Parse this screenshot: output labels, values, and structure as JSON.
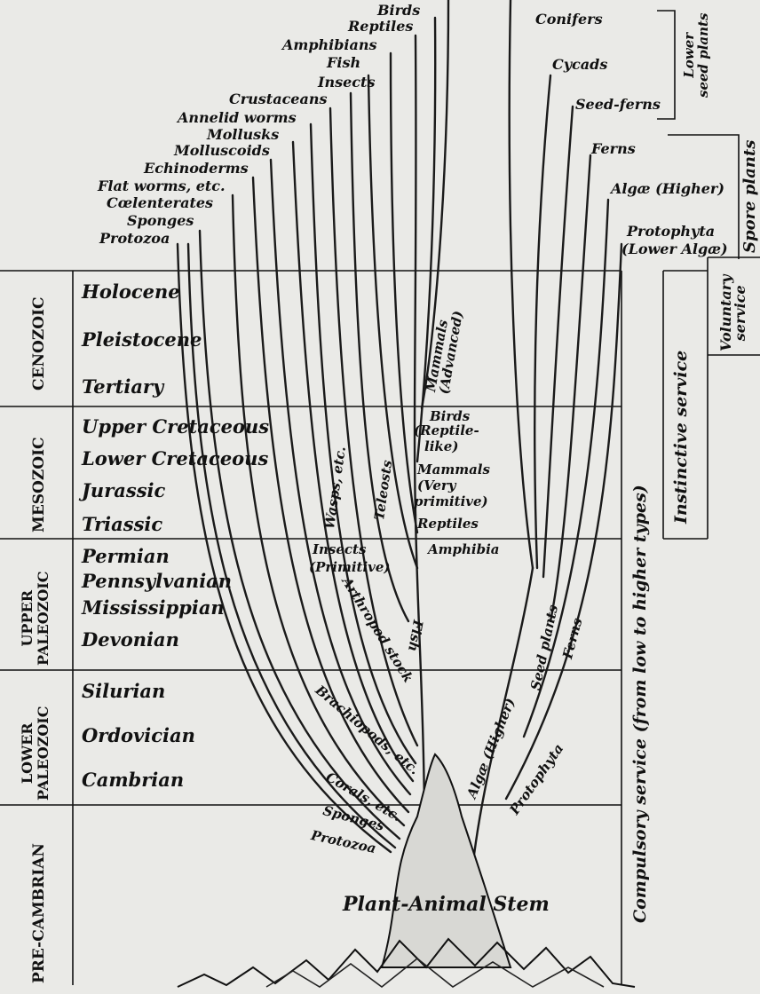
{
  "eras": [
    {
      "name": "CENOZOIC",
      "periods": [
        "Holocene",
        "Pleistocene",
        "Tertiary"
      ]
    },
    {
      "name": "MESOZOIC",
      "periods": [
        "Upper Cretaceous",
        "Lower Cretaceous",
        "Jurassic",
        "Triassic"
      ]
    },
    {
      "name_line1": "UPPER",
      "name_line2": "PALEOZOIC",
      "periods": [
        "Permian",
        "Pennsylvanian",
        "Mississippian",
        "Devonian"
      ]
    },
    {
      "name_line1": "LOWER",
      "name_line2": "PALEOZOIC",
      "periods": [
        "Silurian",
        "Ordovician",
        "Cambrian"
      ]
    },
    {
      "name": "PRE-CAMBRIAN"
    }
  ],
  "animal_branches": [
    "Birds",
    "Reptiles",
    "Amphibians",
    "Fish",
    "Insects",
    "Crustaceans",
    "Annelid worms",
    "Mollusks",
    "Molluscoids",
    "Echinoderms",
    "Flat worms, etc.",
    "Cœlenterates",
    "Sponges",
    "Protozoa"
  ],
  "plant_branches": [
    "Conifers",
    "Cycads",
    "Seed-ferns",
    "Ferns",
    "Algæ (Higher)",
    "Protophyta",
    "(Lower Algæ)"
  ],
  "plant_groups": {
    "lower_seed_line1": "Lower",
    "lower_seed_line2": "seed plants",
    "spore": "Spore plants"
  },
  "stem_labels": {
    "mammals_advanced_1": "Mammals",
    "mammals_advanced_2": "(Advanced)",
    "birds_1": "Birds",
    "birds_2": "(Reptile-",
    "birds_3": "like)",
    "mammals_primitive_1": "Mammals",
    "mammals_primitive_2": "(Very",
    "mammals_primitive_3": "primitive)",
    "reptiles": "Reptiles",
    "amphibia": "Amphibia",
    "insects_primitive_1": "Insects",
    "insects_primitive_2": "(Primitive)",
    "wasps": "Wasps, etc.",
    "teleosts": "Teleosts",
    "arthropod": "Arthropod stock",
    "fish": "Fish",
    "brachiopods": "Brachiopods, etc.",
    "corals": "Corals, etc.",
    "sponges": "Sponges",
    "protozoa": "Protozoa",
    "seed_plants": "Seed plants",
    "ferns": "Ferns",
    "algae_higher": "Algæ (Higher)",
    "protophyta": "Protophyta",
    "plant_animal_stem": "Plant-Animal Stem"
  },
  "services": {
    "voluntary_1": "Voluntary",
    "voluntary_2": "service",
    "instinctive": "Instinctive service",
    "compulsory": "Compulsory service (from low to higher types)"
  }
}
